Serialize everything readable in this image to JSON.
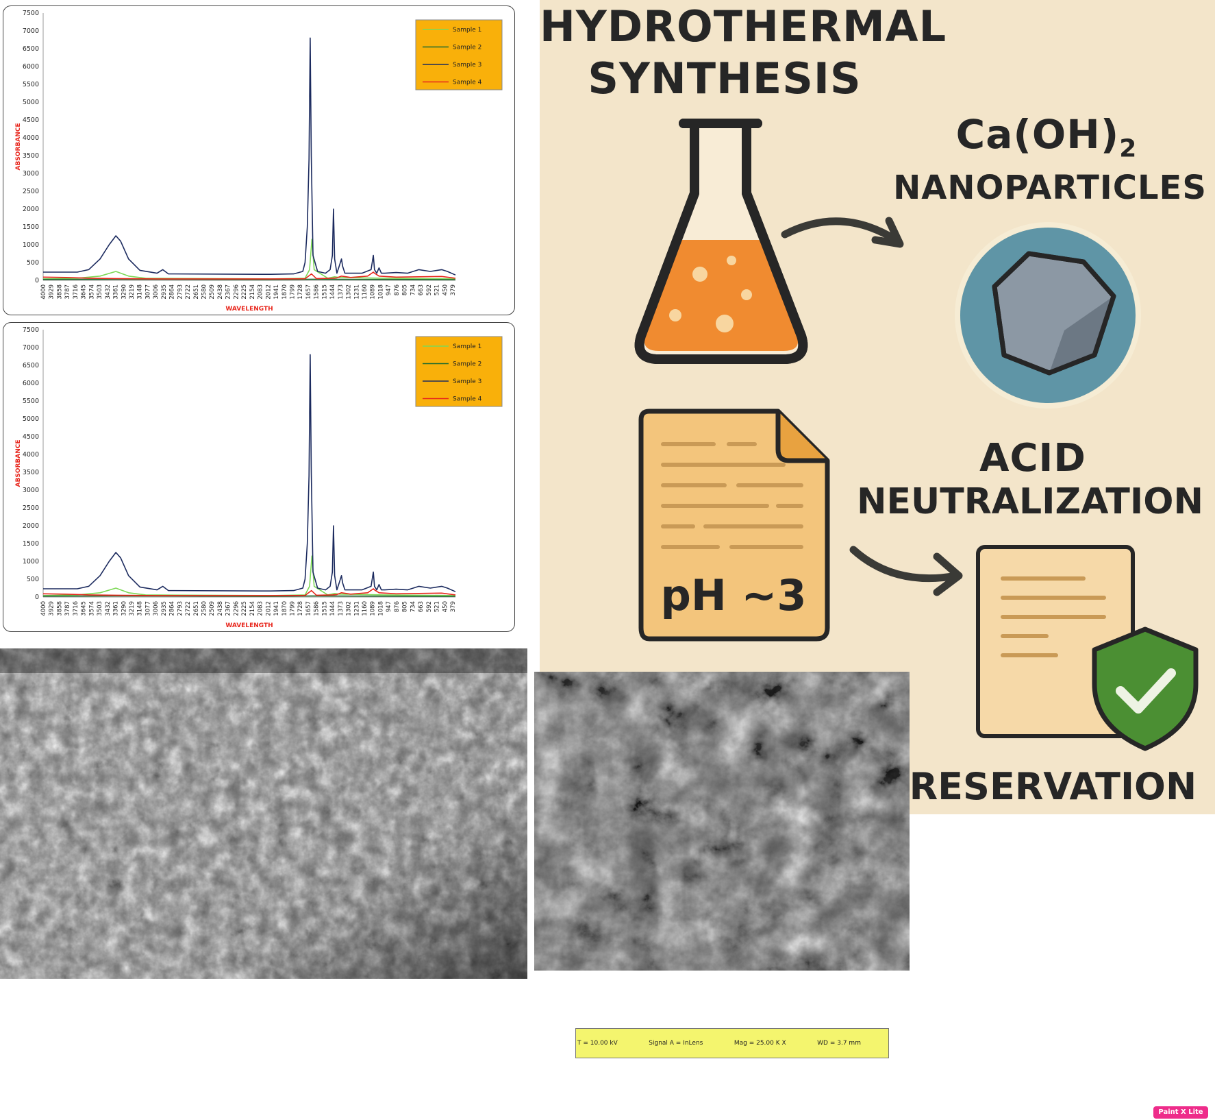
{
  "chart_data": [
    {
      "type": "line",
      "xlabel": "WAVELENGTH",
      "ylabel": "ABSORBANCE",
      "ylim": [
        0,
        7500
      ],
      "yticks": [
        0,
        500,
        1000,
        1500,
        2000,
        2500,
        3000,
        3500,
        4000,
        4500,
        5000,
        5500,
        6000,
        6500,
        7000,
        7500
      ],
      "xticks": [
        "4000",
        "3929",
        "3858",
        "3787",
        "3716",
        "3645",
        "3574",
        "3503",
        "3432",
        "3361",
        "3290",
        "3219",
        "3148",
        "3077",
        "3006",
        "2935",
        "2864",
        "2793",
        "2722",
        "2651",
        "2580",
        "2509",
        "2438",
        "2367",
        "2296",
        "2225",
        "2154",
        "2083",
        "2012",
        "1941",
        "1870",
        "1799",
        "1728",
        "1657",
        "1586",
        "1515",
        "1444",
        "1373",
        "1302",
        "1231",
        "1160",
        "1089",
        "1018",
        "947",
        "876",
        "805",
        "734",
        "663",
        "592",
        "521",
        "450",
        "379"
      ],
      "xlim": [
        4000,
        379
      ],
      "legend_position": "top-right",
      "series": [
        {
          "name": "Sample 1",
          "color": "#7ed957",
          "points": [
            [
              4000,
              40
            ],
            [
              3700,
              60
            ],
            [
              3500,
              120
            ],
            [
              3361,
              250
            ],
            [
              3250,
              120
            ],
            [
              3100,
              60
            ],
            [
              2000,
              40
            ],
            [
              1700,
              60
            ],
            [
              1660,
              300
            ],
            [
              1640,
              1150
            ],
            [
              1620,
              300
            ],
            [
              1500,
              60
            ],
            [
              1440,
              100
            ],
            [
              1400,
              80
            ],
            [
              1000,
              60
            ],
            [
              379,
              40
            ]
          ]
        },
        {
          "name": "Sample 2",
          "color": "#1f6b2e",
          "points": [
            [
              4000,
              25
            ],
            [
              3361,
              30
            ],
            [
              2000,
              20
            ],
            [
              1640,
              30
            ],
            [
              1000,
              25
            ],
            [
              379,
              20
            ]
          ]
        },
        {
          "name": "Sample 3",
          "color": "#1b2a5e",
          "points": [
            [
              4000,
              230
            ],
            [
              3700,
              230
            ],
            [
              3600,
              300
            ],
            [
              3500,
              600
            ],
            [
              3420,
              1000
            ],
            [
              3361,
              1250
            ],
            [
              3320,
              1100
            ],
            [
              3250,
              600
            ],
            [
              3150,
              280
            ],
            [
              3000,
              200
            ],
            [
              2950,
              300
            ],
            [
              2900,
              180
            ],
            [
              2000,
              170
            ],
            [
              1800,
              180
            ],
            [
              1720,
              250
            ],
            [
              1700,
              500
            ],
            [
              1680,
              1500
            ],
            [
              1665,
              3400
            ],
            [
              1655,
              6800
            ],
            [
              1645,
              3500
            ],
            [
              1630,
              700
            ],
            [
              1590,
              250
            ],
            [
              1520,
              200
            ],
            [
              1480,
              300
            ],
            [
              1460,
              700
            ],
            [
              1450,
              2000
            ],
            [
              1440,
              600
            ],
            [
              1420,
              200
            ],
            [
              1400,
              400
            ],
            [
              1380,
              600
            ],
            [
              1370,
              400
            ],
            [
              1350,
              200
            ],
            [
              1200,
              200
            ],
            [
              1120,
              300
            ],
            [
              1100,
              700
            ],
            [
              1090,
              300
            ],
            [
              1070,
              200
            ],
            [
              1050,
              350
            ],
            [
              1030,
              200
            ],
            [
              1000,
              200
            ],
            [
              900,
              220
            ],
            [
              800,
              200
            ],
            [
              700,
              300
            ],
            [
              600,
              250
            ],
            [
              500,
              300
            ],
            [
              450,
              250
            ],
            [
              379,
              150
            ]
          ]
        },
        {
          "name": "Sample 4",
          "color": "#e8261c",
          "points": [
            [
              4000,
              90
            ],
            [
              3800,
              80
            ],
            [
              3600,
              60
            ],
            [
              3361,
              50
            ],
            [
              3000,
              40
            ],
            [
              2500,
              40
            ],
            [
              2000,
              40
            ],
            [
              1700,
              45
            ],
            [
              1644,
              180
            ],
            [
              1600,
              50
            ],
            [
              1460,
              60
            ],
            [
              1420,
              70
            ],
            [
              1380,
              120
            ],
            [
              1300,
              80
            ],
            [
              1150,
              120
            ],
            [
              1100,
              230
            ],
            [
              1090,
              200
            ],
            [
              1050,
              120
            ],
            [
              900,
              90
            ],
            [
              700,
              100
            ],
            [
              500,
              110
            ],
            [
              379,
              60
            ]
          ]
        }
      ]
    },
    {
      "type": "line",
      "xlabel": "WAVELENGTH",
      "ylabel": "ABSORBANCE",
      "ylim": [
        0,
        7500
      ],
      "yticks": [
        0,
        500,
        1000,
        1500,
        2000,
        2500,
        3000,
        3500,
        4000,
        4500,
        5000,
        5500,
        6000,
        6500,
        7000,
        7500
      ],
      "xticks": [
        "4000",
        "3929",
        "3858",
        "3787",
        "3716",
        "3645",
        "3574",
        "3503",
        "3432",
        "3361",
        "3290",
        "3219",
        "3148",
        "3077",
        "3006",
        "2935",
        "2864",
        "2793",
        "2722",
        "2651",
        "2580",
        "2509",
        "2438",
        "2367",
        "2296",
        "2225",
        "2154",
        "2083",
        "2012",
        "1941",
        "1870",
        "1799",
        "1728",
        "1657",
        "1586",
        "1515",
        "1444",
        "1373",
        "1302",
        "1231",
        "1160",
        "1089",
        "1018",
        "947",
        "876",
        "805",
        "734",
        "663",
        "592",
        "521",
        "450",
        "379"
      ],
      "xlim": [
        4000,
        379
      ],
      "legend_position": "top-right",
      "series": [
        {
          "name": "Sample 1",
          "color": "#7ed957",
          "points": [
            [
              4000,
              40
            ],
            [
              3700,
              60
            ],
            [
              3500,
              120
            ],
            [
              3361,
              250
            ],
            [
              3250,
              120
            ],
            [
              3100,
              60
            ],
            [
              2000,
              40
            ],
            [
              1700,
              60
            ],
            [
              1660,
              300
            ],
            [
              1640,
              1150
            ],
            [
              1620,
              300
            ],
            [
              1500,
              60
            ],
            [
              1440,
              100
            ],
            [
              1400,
              80
            ],
            [
              1000,
              60
            ],
            [
              379,
              40
            ]
          ]
        },
        {
          "name": "Sample 2",
          "color": "#1f6b2e",
          "points": [
            [
              4000,
              25
            ],
            [
              3361,
              30
            ],
            [
              2000,
              20
            ],
            [
              1640,
              30
            ],
            [
              1000,
              25
            ],
            [
              379,
              20
            ]
          ]
        },
        {
          "name": "Sample 3",
          "color": "#1b2a5e",
          "points": [
            [
              4000,
              230
            ],
            [
              3700,
              230
            ],
            [
              3600,
              300
            ],
            [
              3500,
              600
            ],
            [
              3420,
              1000
            ],
            [
              3361,
              1250
            ],
            [
              3320,
              1100
            ],
            [
              3250,
              600
            ],
            [
              3150,
              280
            ],
            [
              3000,
              200
            ],
            [
              2950,
              300
            ],
            [
              2900,
              180
            ],
            [
              2000,
              170
            ],
            [
              1800,
              180
            ],
            [
              1720,
              250
            ],
            [
              1700,
              500
            ],
            [
              1680,
              1500
            ],
            [
              1665,
              3400
            ],
            [
              1655,
              6800
            ],
            [
              1645,
              3500
            ],
            [
              1630,
              700
            ],
            [
              1590,
              250
            ],
            [
              1520,
              200
            ],
            [
              1480,
              300
            ],
            [
              1460,
              700
            ],
            [
              1450,
              2000
            ],
            [
              1440,
              600
            ],
            [
              1420,
              200
            ],
            [
              1400,
              400
            ],
            [
              1380,
              600
            ],
            [
              1370,
              400
            ],
            [
              1350,
              200
            ],
            [
              1200,
              200
            ],
            [
              1120,
              300
            ],
            [
              1100,
              700
            ],
            [
              1090,
              300
            ],
            [
              1070,
              200
            ],
            [
              1050,
              350
            ],
            [
              1030,
              200
            ],
            [
              1000,
              200
            ],
            [
              900,
              220
            ],
            [
              800,
              200
            ],
            [
              700,
              300
            ],
            [
              600,
              250
            ],
            [
              500,
              300
            ],
            [
              450,
              250
            ],
            [
              379,
              150
            ]
          ]
        },
        {
          "name": "Sample 4",
          "color": "#e8261c",
          "points": [
            [
              4000,
              90
            ],
            [
              3800,
              80
            ],
            [
              3600,
              60
            ],
            [
              3361,
              50
            ],
            [
              3000,
              40
            ],
            [
              2500,
              40
            ],
            [
              2000,
              40
            ],
            [
              1700,
              45
            ],
            [
              1644,
              180
            ],
            [
              1600,
              50
            ],
            [
              1460,
              60
            ],
            [
              1420,
              70
            ],
            [
              1380,
              120
            ],
            [
              1300,
              80
            ],
            [
              1150,
              120
            ],
            [
              1100,
              230
            ],
            [
              1090,
              200
            ],
            [
              1050,
              120
            ],
            [
              900,
              90
            ],
            [
              700,
              100
            ],
            [
              500,
              110
            ],
            [
              379,
              60
            ]
          ]
        }
      ]
    }
  ],
  "legend_bg": "#f9b00a",
  "axis_label_color": "#e8261c",
  "poster": {
    "bg": "#f3e5ca",
    "title_line1": "HYDROTHERMAL",
    "title_line2": "SYNTHESIS",
    "product_formula": "Ca(OH)",
    "product_subscript": "2",
    "product_label": "NANOPARTICLES",
    "ph_label": "pH ~3",
    "acid_line1": "ACID",
    "acid_line2": "NEUTRALIZATION",
    "preservation": "PRESERVATION",
    "icons": [
      "flask-icon",
      "nanoparticle-icon",
      "document-icon",
      "arrow-icon",
      "protected-document-icon",
      "shield-check-icon"
    ],
    "colors": {
      "liquid": "#f08b30",
      "sphere": "#5f95a6",
      "paper": "#f3c57c",
      "shield": "#4b8f33"
    }
  },
  "sem": {
    "scalebar": {
      "eht": "T = 10.00 kV",
      "signal": "Signal A = InLens",
      "mag": "Mag = 25.00 K X",
      "wd": "WD = 3.7 mm"
    }
  },
  "badge": "Paint X Lite"
}
